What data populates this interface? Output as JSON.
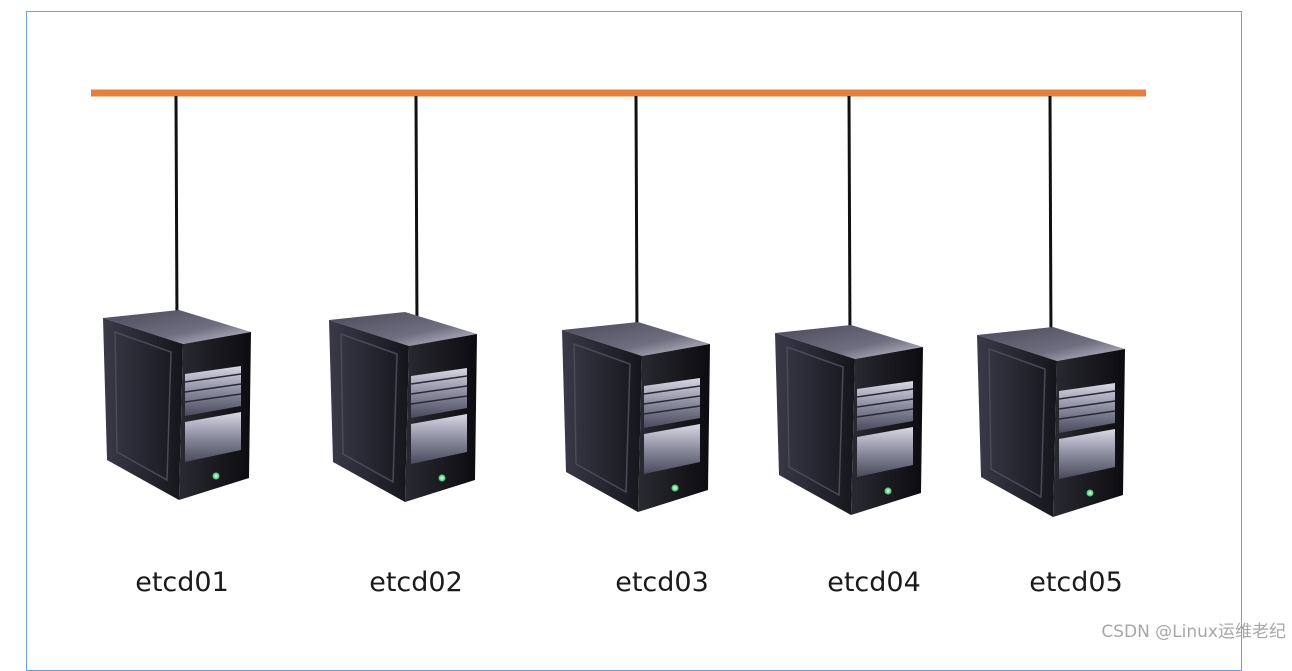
{
  "diagram": {
    "bus_color": "#e4803b",
    "frame_color": "#6d9fd6",
    "nodes": [
      {
        "label": "etcd01"
      },
      {
        "label": "etcd02"
      },
      {
        "label": "etcd03"
      },
      {
        "label": "etcd04"
      },
      {
        "label": "etcd05"
      }
    ]
  },
  "watermark": "CSDN @Linux运维老纪"
}
